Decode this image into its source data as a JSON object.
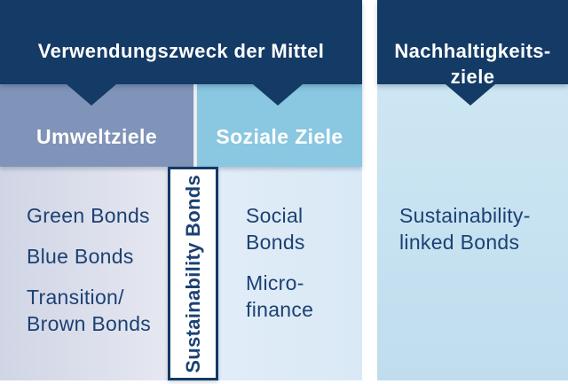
{
  "palette": {
    "navy": "#143a66",
    "steel_blue": "#8093b8",
    "sky_blue": "#8ac7e1",
    "lavender_panel": "#d5d9e7",
    "pale_blue_panel": "#dcebf6",
    "light_blue_panel": "#c5e1f0",
    "text_navy": "#1c4173",
    "header_text": "#ffffff"
  },
  "headers": {
    "use_of_proceeds": "Verwendungszweck der Mittel",
    "sustainability_goals": "Nachhaltigkeits-\nziele"
  },
  "groups": {
    "environmental": {
      "title": "Umweltziele",
      "items": [
        "Green Bonds",
        "Blue Bonds",
        "Transition/\nBrown Bonds"
      ]
    },
    "social": {
      "title": "Soziale Ziele",
      "items": [
        "Social\nBonds",
        "Micro-\nfinance"
      ]
    },
    "overlap": {
      "label": "Sustainability Bonds"
    },
    "sustainability_linked": {
      "items": [
        "Sustainability-\nlinked Bonds"
      ]
    }
  }
}
